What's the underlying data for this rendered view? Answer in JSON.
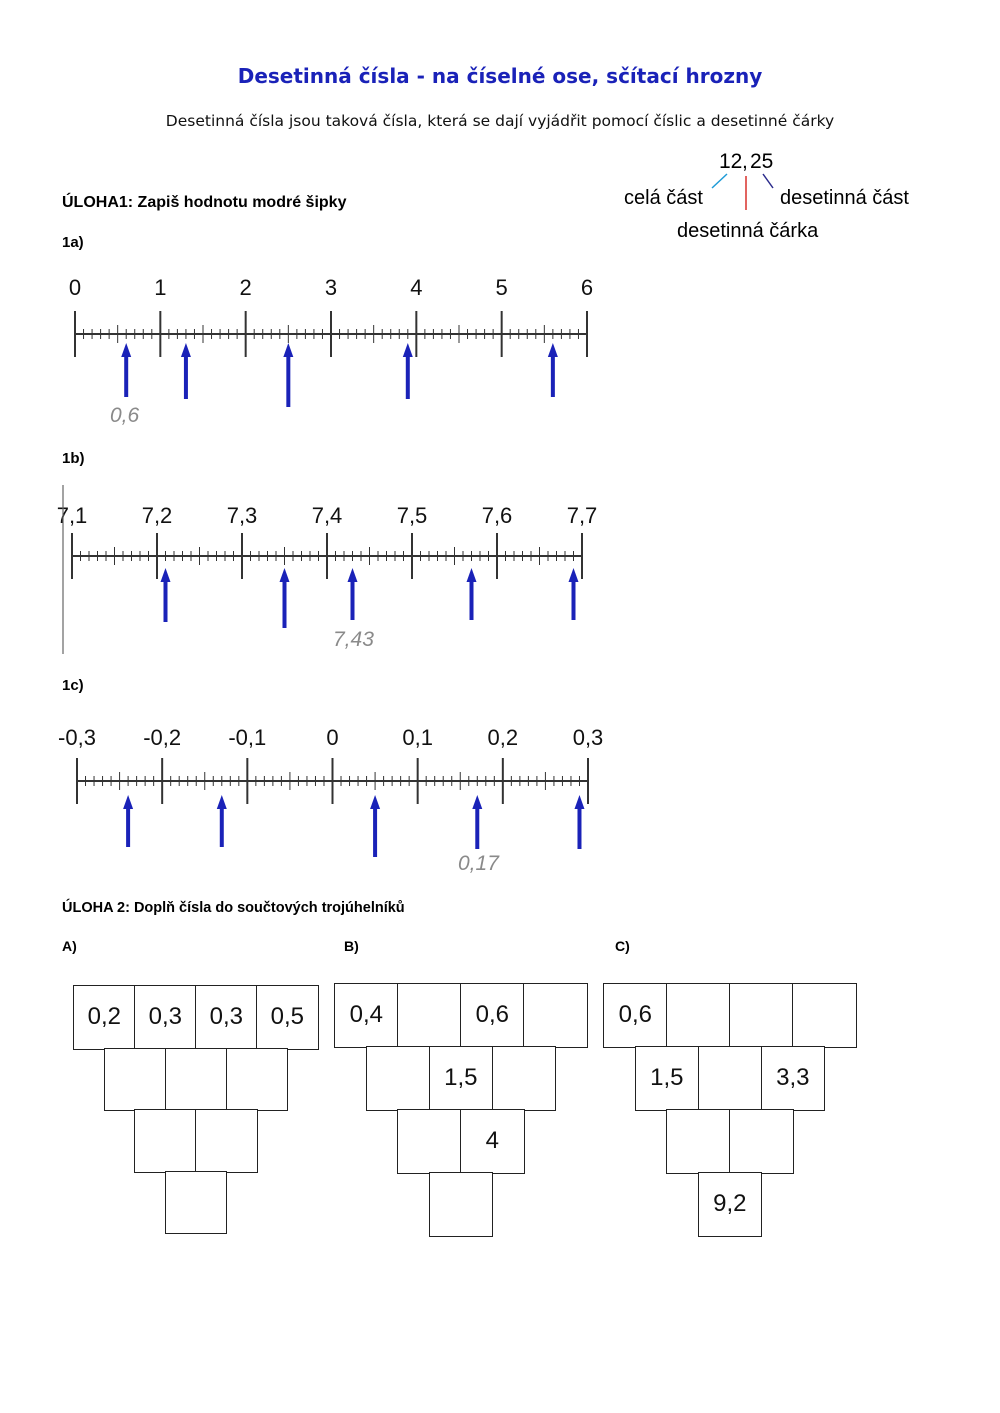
{
  "header": {
    "title": "Desetinná čísla - na číselné ose, sčítací hrozny",
    "subtitle": "Desetinná čísla jsou taková čísla, která se dají vyjádřit pomocí číslic a desetinné čárky"
  },
  "legend": {
    "number_whole": "12",
    "number_comma": ",",
    "number_decimal": "25",
    "whole_label": "celá část",
    "decimal_label": "desetinná část",
    "comma_label": "desetinná čárka",
    "colors": {
      "whole": "#1e9bd7",
      "decimal": "#2b2b8c",
      "comma": "#d9302a"
    }
  },
  "task1": {
    "heading": "ÚLOHA1: Zapiš hodnotu modré šipky",
    "arrow_color": "#1a22b8",
    "lines": [
      {
        "label": "1a)",
        "ticks": [
          "0",
          "1",
          "2",
          "3",
          "4",
          "5",
          "6"
        ],
        "example": "0,6",
        "arrow_values": [
          0.6,
          1.3,
          2.5,
          3.9,
          5.6
        ]
      },
      {
        "label": "1b)",
        "ticks": [
          "7,1",
          "7,2",
          "7,3",
          "7,4",
          "7,5",
          "7,6",
          "7,7"
        ],
        "example": "7,43",
        "arrow_values": [
          7.21,
          7.35,
          7.43,
          7.57,
          7.69
        ]
      },
      {
        "label": "1c)",
        "ticks": [
          "-0,3",
          "-0,2",
          "-0,1",
          "0",
          "0,1",
          "0,2",
          "0,3"
        ],
        "example": "0,17",
        "arrow_values": [
          -0.24,
          -0.13,
          0.05,
          0.17,
          0.29
        ]
      }
    ]
  },
  "task2": {
    "heading": "ÚLOHA 2: Doplň čísla do součtových trojúhelníků",
    "triangles": [
      {
        "label": "A)",
        "rows": [
          [
            "0,2",
            "0,3",
            "0,3",
            "0,5"
          ],
          [
            "",
            "",
            ""
          ],
          [
            "",
            ""
          ],
          [
            ""
          ]
        ]
      },
      {
        "label": "B)",
        "rows": [
          [
            "0,4",
            "",
            "0,6",
            ""
          ],
          [
            "",
            "1,5",
            ""
          ],
          [
            "",
            "4"
          ],
          [
            ""
          ]
        ]
      },
      {
        "label": "C)",
        "rows": [
          [
            "0,6",
            "",
            "",
            ""
          ],
          [
            "1,5",
            "",
            "3,3"
          ],
          [
            "",
            ""
          ],
          [
            "9,2"
          ]
        ]
      }
    ]
  }
}
